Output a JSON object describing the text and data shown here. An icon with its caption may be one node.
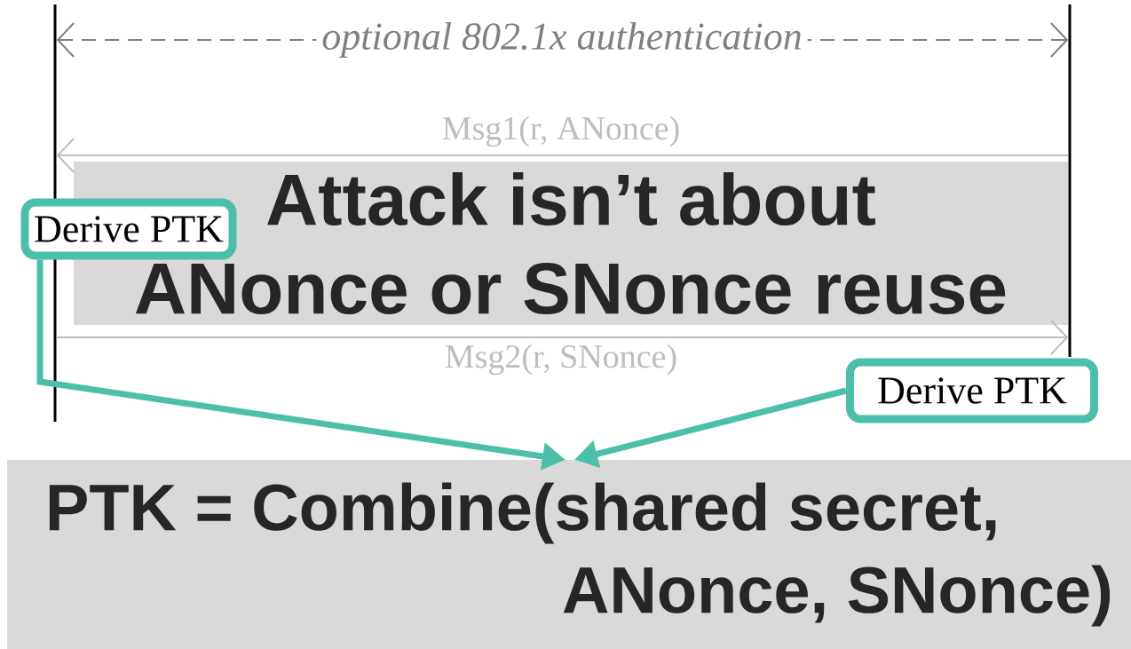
{
  "diagram": {
    "nodes": [
      {
        "text": [],
        "shape": "bar"
      },
      {
        "text": [],
        "shape": "bar"
      },
      {
        "text": [
          "Attack isn’t about ANonce or SNonce reuse"
        ]
      },
      {
        "text": [
          "Derive PTK"
        ]
      },
      {
        "text": [
          "Derive PTK"
        ]
      },
      {
        "text": [
          "PTK = Combine(shared secret, ANonce, SNonce)"
        ]
      }
    ],
    "edges": [
      {
        "from": 0,
        "to": 1,
        "arrow": "both",
        "label": "optional 802.1x authentication",
        "style": "dashed",
        "color": "#808080"
      },
      {
        "from": 1,
        "to": 0,
        "arrow": "to",
        "label": "Msg1(r, ANonce)",
        "color": "#bdbdbd"
      },
      {
        "from": 0,
        "to": 1,
        "arrow": "to",
        "label": "Msg2(r, SNonce)",
        "color": "#bdbdbd"
      },
      {
        "from": 3,
        "to": 5,
        "arrow": "to",
        "style": "thick",
        "color": "#4bbfa9"
      },
      {
        "from": 4,
        "to": 5,
        "arrow": "to",
        "style": "thick",
        "color": "#4bbfa9"
      }
    ]
  }
}
